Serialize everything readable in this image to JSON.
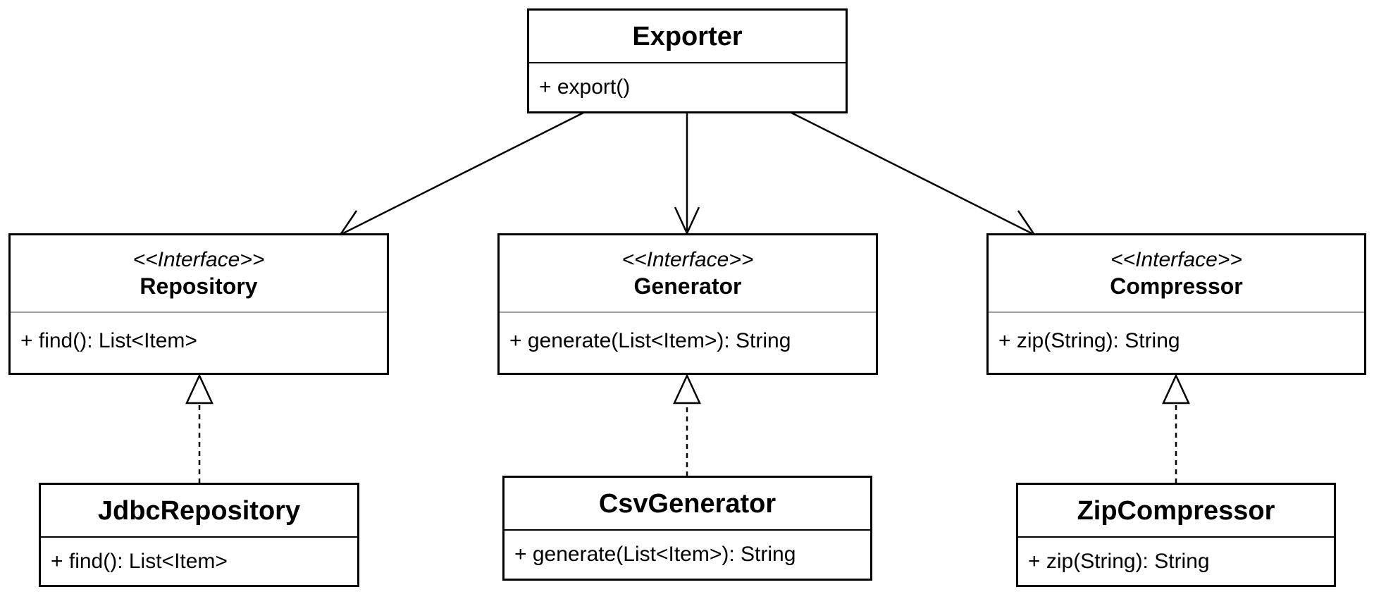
{
  "diagram": {
    "classes": {
      "exporter": {
        "name": "Exporter",
        "member": "+ export()"
      },
      "repository": {
        "stereotype": "<<Interface>>",
        "name": "Repository",
        "member": "+ find(): List<Item>"
      },
      "generator": {
        "stereotype": "<<Interface>>",
        "name": "Generator",
        "member": "+ generate(List<Item>): String"
      },
      "compressor": {
        "stereotype": "<<Interface>>",
        "name": "Compressor",
        "member": "+ zip(String): String"
      },
      "jdbc_repository": {
        "name": "JdbcRepository",
        "member": "+ find(): List<Item>"
      },
      "csv_generator": {
        "name": "CsvGenerator",
        "member": "+ generate(List<Item>): String"
      },
      "zip_compressor": {
        "name": "ZipCompressor",
        "member": "+ zip(String): String"
      }
    },
    "relations": [
      {
        "type": "dependency",
        "from": "Exporter",
        "to": "Repository"
      },
      {
        "type": "dependency",
        "from": "Exporter",
        "to": "Generator"
      },
      {
        "type": "dependency",
        "from": "Exporter",
        "to": "Compressor"
      },
      {
        "type": "realization",
        "from": "JdbcRepository",
        "to": "Repository"
      },
      {
        "type": "realization",
        "from": "CsvGenerator",
        "to": "Generator"
      },
      {
        "type": "realization",
        "from": "ZipCompressor",
        "to": "Compressor"
      }
    ],
    "colors": {
      "line": "#000000",
      "interface_divider": "#a0a0a0",
      "background": "#ffffff"
    }
  }
}
